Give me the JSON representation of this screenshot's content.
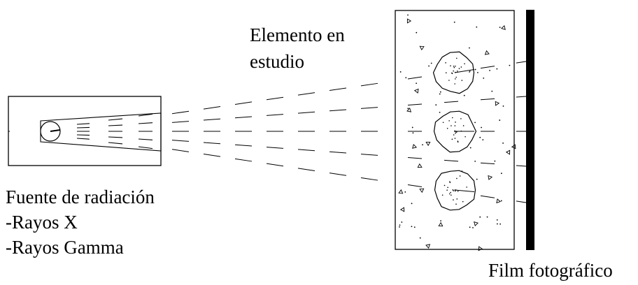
{
  "labels": {
    "element_title_line1": "Elemento en",
    "element_title_line2": "estudio",
    "source_title": "Fuente de radiación",
    "source_item_1": "-Rayos X",
    "source_item_2": "-Rayos Gamma",
    "film_title": "Film fotográfico"
  },
  "colors": {
    "stroke": "#000000",
    "film": "#000000",
    "background": "#ffffff"
  }
}
